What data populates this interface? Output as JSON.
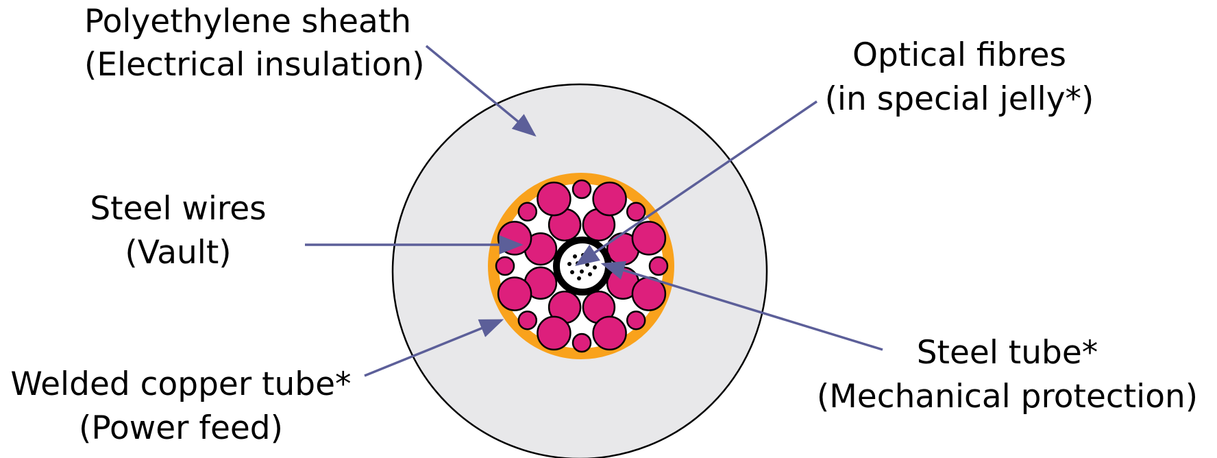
{
  "diagram": {
    "labels": {
      "sheath": {
        "line1": "Polyethylene sheath",
        "line2": "(Electrical insulation)"
      },
      "fibres": {
        "line1": "Optical fibres",
        "line2": "(in special jelly*)"
      },
      "steel_wires": {
        "line1": "Steel wires",
        "line2": "(Vault)"
      },
      "copper_tube": {
        "line1": "Welded copper tube*",
        "line2": "(Power feed)"
      },
      "steel_tube": {
        "line1": "Steel tube*",
        "line2": "(Mechanical protection)"
      }
    },
    "colors": {
      "sheath_fill": "#e8e8ea",
      "outline": "#000000",
      "copper": "#f9a21c",
      "steel_wire": "#dd1f7c",
      "steel_tube": "#000000",
      "fibre_core": "#ffffff",
      "arrow": "#5c5f99"
    }
  }
}
